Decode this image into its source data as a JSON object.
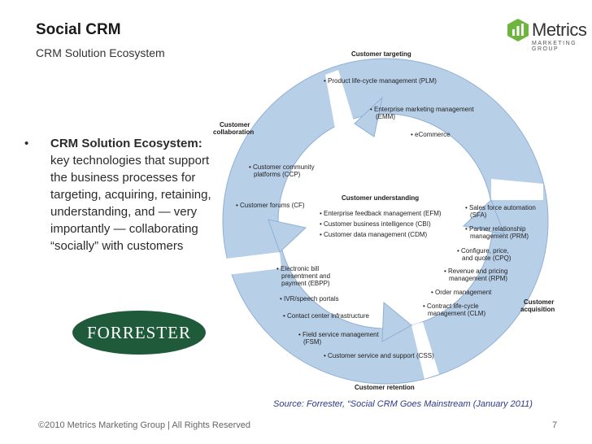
{
  "header": {
    "title": "Social CRM",
    "subtitle": "CRM Solution Ecosystem"
  },
  "logo": {
    "name": "Metrics",
    "tagline": "MARKETING GROUP",
    "color": "#6fb43f"
  },
  "bullet": {
    "heading": "CRM Solution Ecosystem:",
    "body": "key technologies that support the business processes for targeting, acquiring, retaining, understanding, and — very importantly — collaborating “socially” with customers"
  },
  "forrester_logo": "FORRESTER",
  "diagram": {
    "colors": {
      "ring": "#b8cfe8",
      "ring_edge": "#8fb0d6",
      "center": "#ffffff"
    },
    "sections": {
      "targeting": "Customer targeting",
      "collaboration": [
        "Customer",
        "collaboration"
      ],
      "understanding": "Customer understanding",
      "acquisition": [
        "Customer",
        "acquisition"
      ],
      "retention": "Customer retention"
    },
    "items": {
      "plm": "• Product life-cycle management (PLM)",
      "emm1": "• Enterprise marketing management",
      "emm2": "(EMM)",
      "ecom": "• eCommerce",
      "ccp1": "• Customer community",
      "ccp2": "platforms (CCP)",
      "cf": "• Customer forums (CF)",
      "efm": "• Enterprise feedback management (EFM)",
      "cbi": "• Customer business intelligence (CBI)",
      "cdm": "• Customer data management (CDM)",
      "sfa1": "• Sales force automation",
      "sfa2": "(SFA)",
      "prm1": "• Partner relationship",
      "prm2": "management (PRM)",
      "cpq1": "• Configure, price,",
      "cpq2": "and quote (CPQ)",
      "rpm1": "• Revenue and pricing",
      "rpm2": "management (RPM)",
      "om": "• Order management",
      "clm1": "• Contract life-cycle",
      "clm2": "management (CLM)",
      "ebpp1": "• Electronic bill",
      "ebpp2": "presentment and",
      "ebpp3": "payment (EBPP)",
      "ivr": "• IVR/speech portals",
      "cci": "• Contact center infrastructure",
      "fsm1": "• Field service management",
      "fsm2": "(FSM)",
      "css": "• Customer service and support (CSS)"
    }
  },
  "source": "Source:  Forrester, “Social CRM Goes Mainstream (January 2011)",
  "footer": "©2010 Metrics Marketing Group | All Rights Reserved",
  "page_number": "7"
}
